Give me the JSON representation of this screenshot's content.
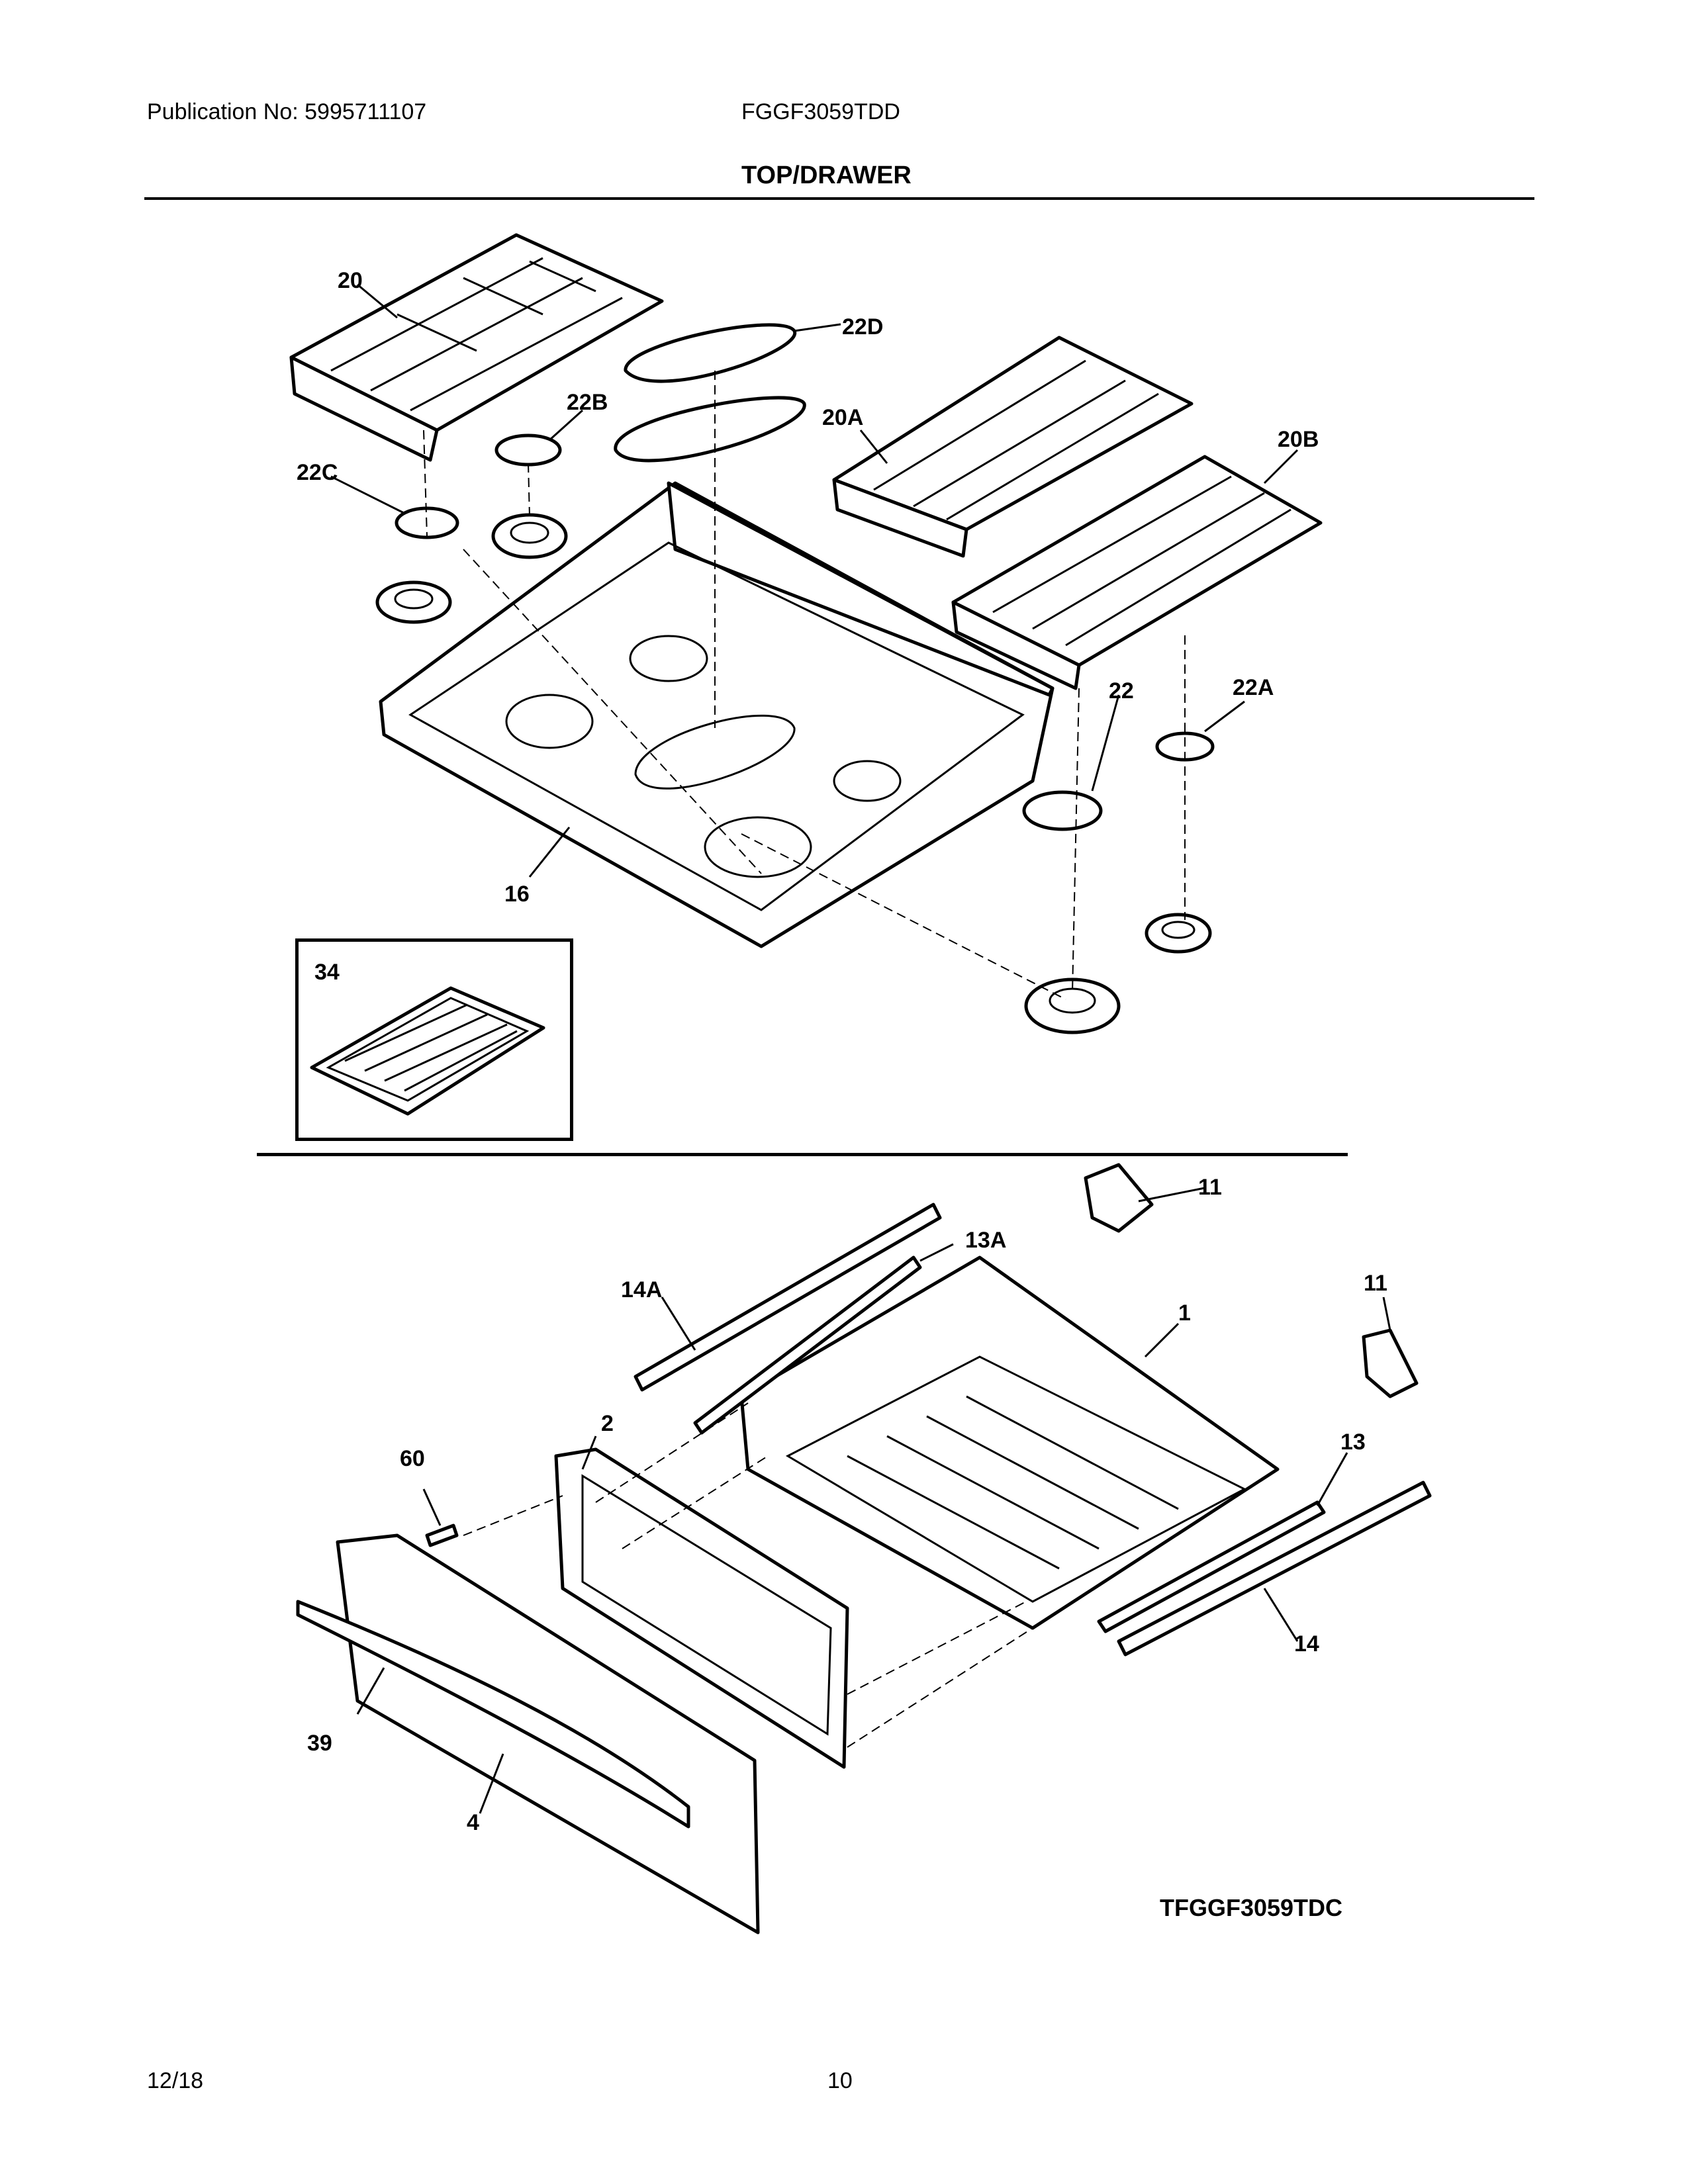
{
  "header": {
    "publication": "Publication No:  5995711107",
    "model": "FGGF3059TDD",
    "section_title": "TOP/DRAWER"
  },
  "top_callouts": {
    "c20": "20",
    "c22D": "22D",
    "c22B": "22B",
    "c20A": "20A",
    "c20B": "20B",
    "c22C": "22C",
    "c22": "22",
    "c22A": "22A",
    "c16": "16",
    "c34": "34"
  },
  "drawer_callouts": {
    "c11a": "11",
    "c13A": "13A",
    "c14A": "14A",
    "c1": "1",
    "c11b": "11",
    "c2": "2",
    "c60": "60",
    "c13": "13",
    "c14": "14",
    "c39": "39",
    "c4": "4"
  },
  "diagram_code": "TFGGF3059TDC",
  "footer": {
    "date": "12/18",
    "page": "10"
  }
}
